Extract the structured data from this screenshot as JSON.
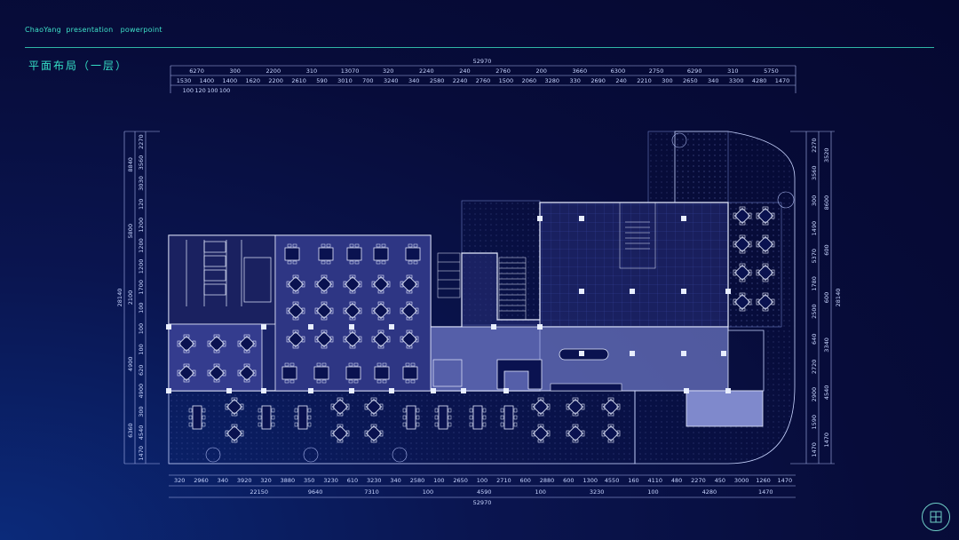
{
  "header": {
    "brand": "ChaoYang  presentation   powerpoint"
  },
  "page_title": "平面布局（一层）",
  "plan": {
    "top_total": "52970",
    "top_row1": [
      "6270",
      "300",
      "2200",
      "310",
      "13070",
      "320",
      "2240",
      "240",
      "2760",
      "200",
      "3660",
      "6300",
      "2750",
      "6290",
      "310",
      "5750"
    ],
    "top_row2": [
      "1530",
      "1400",
      "1400",
      "1620",
      "2200",
      "2610",
      "590",
      "3010",
      "700",
      "3240",
      "340",
      "2580",
      "2240",
      "2760",
      "1500",
      "2060",
      "3280",
      "330",
      "2690",
      "240",
      "2210",
      "300",
      "2650",
      "340",
      "3300",
      "4280",
      "1470"
    ],
    "top_row3": [
      "100",
      "120",
      "100",
      "100"
    ],
    "bottom_row1": [
      "320",
      "2960",
      "340",
      "3920",
      "320",
      "3880",
      "350",
      "3230",
      "610",
      "3230",
      "340",
      "2580",
      "100",
      "2650",
      "100",
      "2710",
      "600",
      "2880",
      "600",
      "1300",
      "4550",
      "160",
      "4110",
      "480",
      "2270",
      "450",
      "3000",
      "1260",
      "1470"
    ],
    "bottom_row2": [
      "22150",
      "9640",
      "7310",
      "100",
      "4590",
      "100",
      "3230",
      "100",
      "4280",
      "1470"
    ],
    "bottom_total": "52970",
    "left_outer": [
      "28140"
    ],
    "left_mid": [
      "8840",
      "5800",
      "2100",
      "4900",
      "6360"
    ],
    "left_inner": [
      "2270",
      "3560",
      "3030",
      "120",
      "1200",
      "1200",
      "1200",
      "1700",
      "100",
      "100",
      "100",
      "620",
      "4900",
      "300",
      "4540",
      "1470"
    ],
    "right_outer": [
      "28140"
    ],
    "right_mid": [
      "3520",
      "8600",
      "600",
      "600",
      "3340",
      "4540",
      "1470"
    ],
    "right_inner": [
      "2270",
      "3560",
      "300",
      "1490",
      "5370",
      "1780",
      "2500",
      "640",
      "2720",
      "2900",
      "1590",
      "1470"
    ]
  }
}
